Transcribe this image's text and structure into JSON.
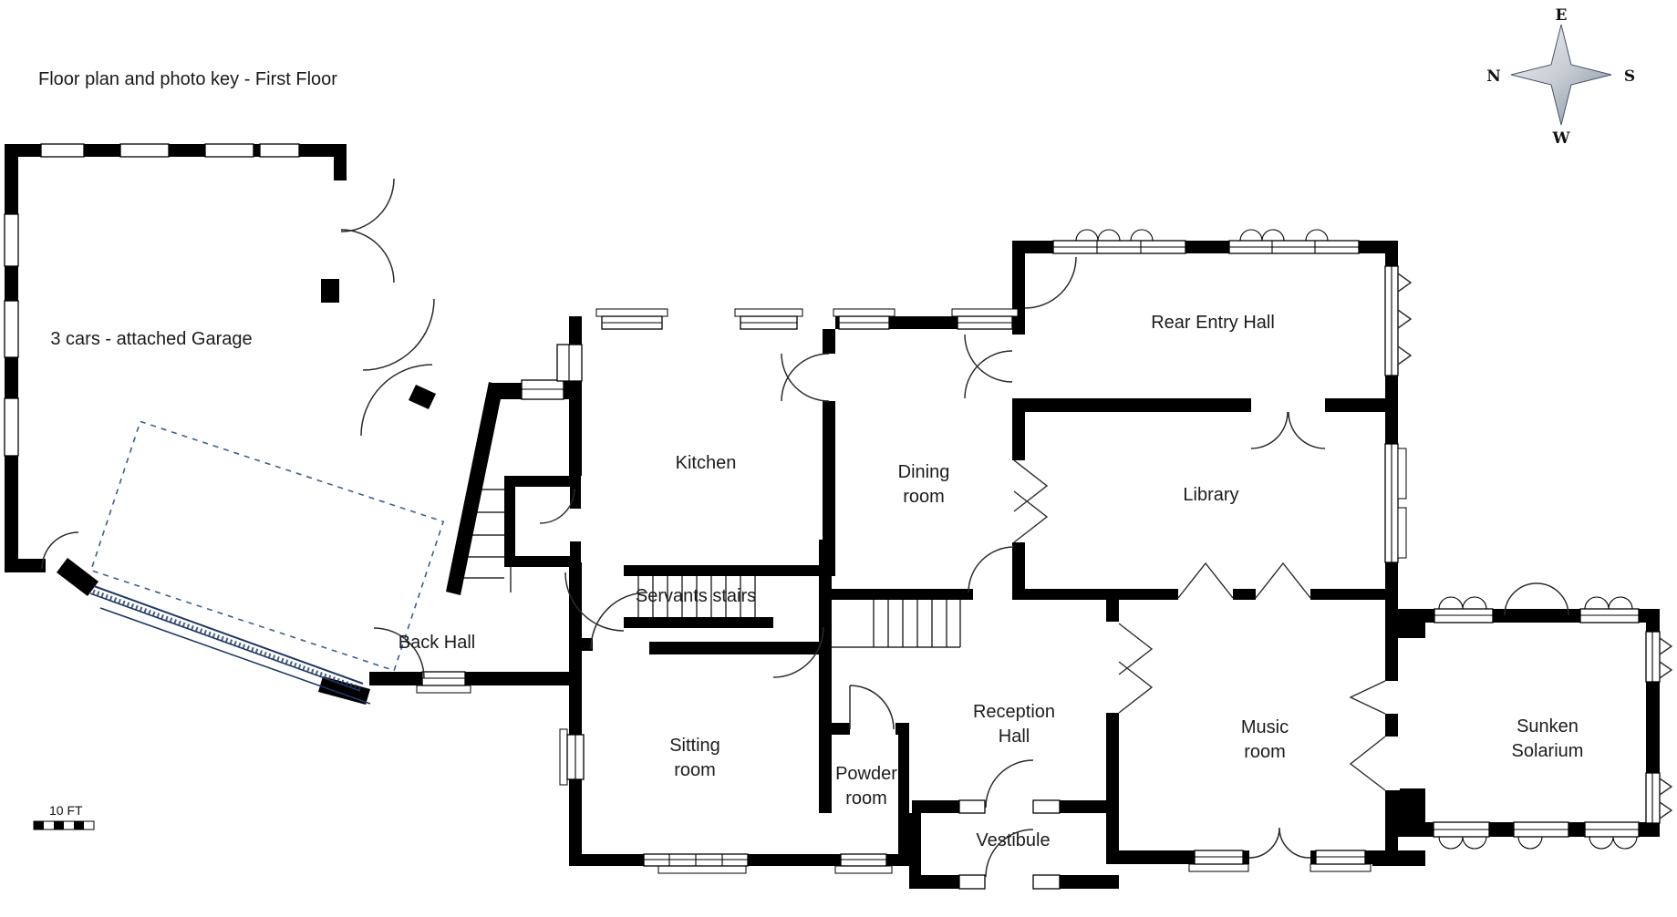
{
  "title": "Floor plan and photo key - First Floor",
  "compass": {
    "top": "E",
    "left": "N",
    "right": "S",
    "bottom": "W"
  },
  "scale": {
    "label": "10 FT"
  },
  "rooms": {
    "garage": {
      "label": "3 cars - attached Garage"
    },
    "kitchen": {
      "label": "Kitchen"
    },
    "servants_stairs": {
      "label": "Servants stairs"
    },
    "back_hall": {
      "label": "Back Hall"
    },
    "dining": {
      "line1": "Dining",
      "line2": "room"
    },
    "rear_entry_hall": {
      "label": "Rear Entry Hall"
    },
    "library": {
      "label": "Library"
    },
    "sitting": {
      "line1": "Sitting",
      "line2": "room"
    },
    "powder": {
      "line1": "Powder",
      "line2": "room"
    },
    "reception": {
      "line1": "Reception",
      "line2": "Hall"
    },
    "vestibule": {
      "label": "Vestibule"
    },
    "music": {
      "line1": "Music",
      "line2": "room"
    },
    "solarium": {
      "line1": "Sunken",
      "line2": "Solarium"
    }
  },
  "colors": {
    "wall": "#000000",
    "door_stroke": "#2b2b2b",
    "driveway_dashed": "#3c6090",
    "ramp": "#1f3864",
    "compass_light": "#f2f3f5",
    "compass_dark": "#7e8a96",
    "text": "#1c1c1c"
  }
}
